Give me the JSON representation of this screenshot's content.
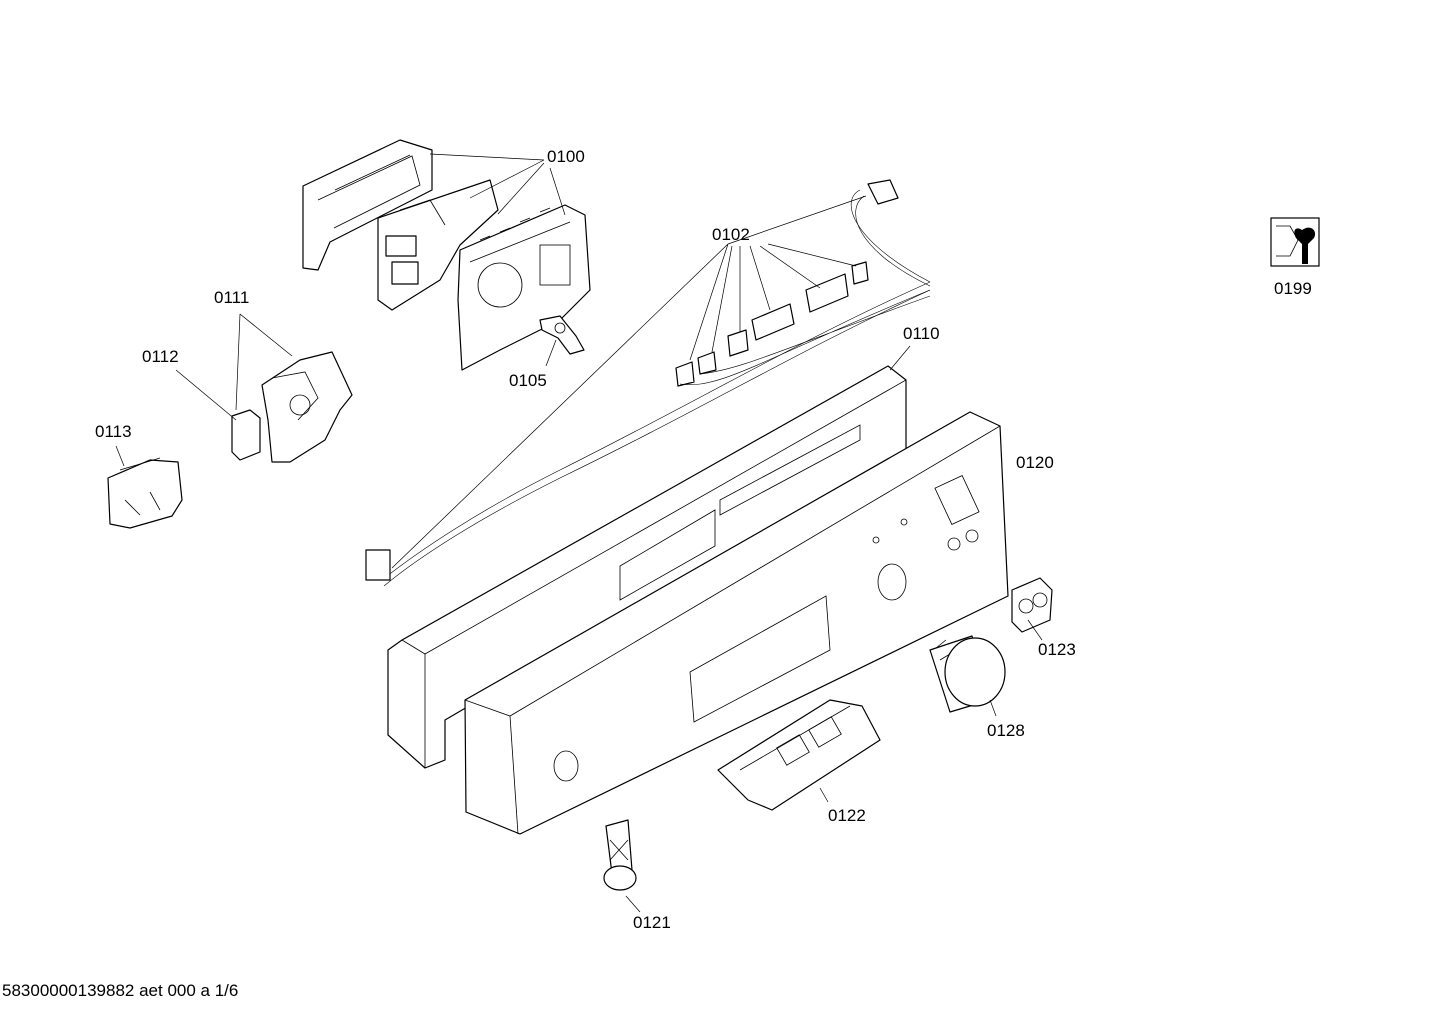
{
  "labels": {
    "p0100": "0100",
    "p0102": "0102",
    "p0105": "0105",
    "p0110": "0110",
    "p0111": "0111",
    "p0112": "0112",
    "p0113": "0113",
    "p0120": "0120",
    "p0121": "0121",
    "p0122": "0122",
    "p0123": "0123",
    "p0128": "0128",
    "p0199": "0199"
  },
  "icons": {
    "service": "wrench-service-icon"
  },
  "footer": {
    "doc_id": "58300000139882 aet 000 a 1/6"
  }
}
